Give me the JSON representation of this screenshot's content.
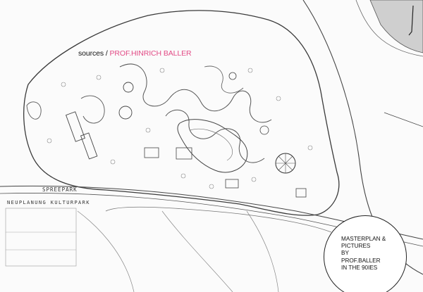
{
  "caption": {
    "lead": "sources",
    "sep": " / ",
    "credit": "PROF.HINRICH BALLER",
    "credit_color": "#e24b86"
  },
  "plan_labels": {
    "park_name": "SPREEPARK",
    "subtitle": "NEUPLANUNG KULTURPARK"
  },
  "badge": {
    "lines": [
      "MASTERPLAN &",
      "PICTURES",
      "BY",
      "PROF.BALLER",
      "IN THE 90IES"
    ]
  }
}
